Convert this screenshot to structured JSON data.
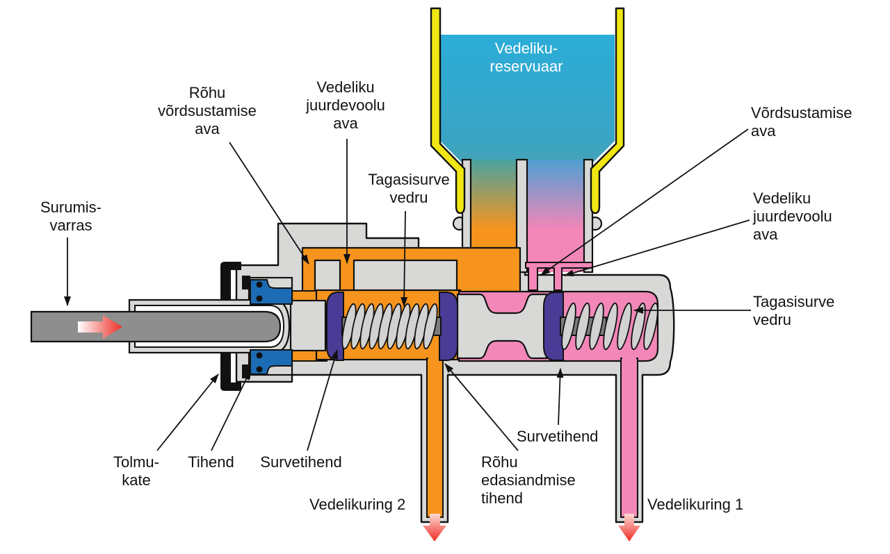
{
  "title": "Peasilindri läbilõige (tandem master cylinder cross-section)",
  "labels": {
    "reservoir": "Vedeliku-\nreservuaar",
    "push_rod": "Surumis-\nvarras",
    "pressure_equalization_port": "Rõhu\nvõrdsustamise\nava",
    "fluid_supply_port_left": "Vedeliku\njuurdevoolu\nava",
    "return_spring_left": "Tagasisurve\nvedru",
    "equalization_port_right": "Võrdsustamise\nava",
    "fluid_supply_port_right": "Vedeliku\njuurdevoolu\nava",
    "return_spring_right": "Tagasisurve\nvedru",
    "dust_cover": "Tolmu-\nkate",
    "seal": "Tihend",
    "pressure_seal_left": "Survetihend",
    "pressure_transfer_seal": "Rõhu\nedasiandmise\ntihend",
    "pressure_seal_right": "Survetihend",
    "fluid_circuit_2": "Vedelikuring 2",
    "fluid_circuit_1": "Vedelikuring 1"
  },
  "colors": {
    "housing": "#d8d8d7",
    "orange": "#f7941d",
    "pink": "#f287b8",
    "cyan": "#2badd8",
    "yellow": "#f0e614",
    "blue": "#1c6cb5",
    "purple": "#4a3c96",
    "rod": "#8e8e8e",
    "rodDark": "#7d7d7d",
    "coil": "#d2d2d2",
    "red": "#ee2d24",
    "ink": "#111111"
  }
}
